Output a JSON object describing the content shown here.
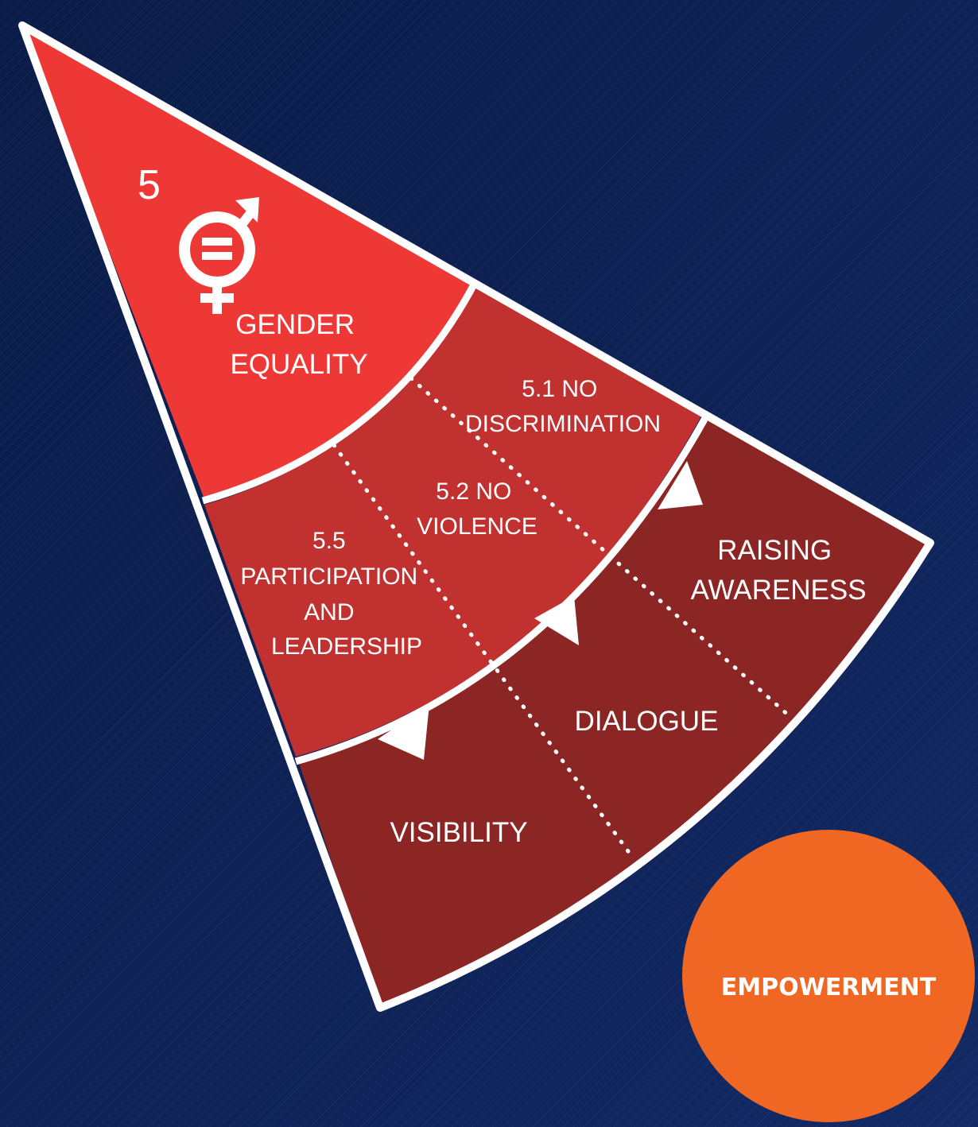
{
  "goal": {
    "number": "5",
    "title_lines": [
      "GENDER",
      "EQUALITY"
    ],
    "icon": "gender-equality-symbol-icon"
  },
  "targets": {
    "t51": [
      "5.1 NO",
      "DISCRIMINATION"
    ],
    "t52": [
      "5.2 NO",
      "VIOLENCE"
    ],
    "t55": [
      "5.5",
      "PARTICIPATION",
      "AND",
      "LEADERSHIP"
    ]
  },
  "actions": {
    "raising_awareness": [
      "RAISING",
      "AWARENESS"
    ],
    "dialogue": "DIALOGUE",
    "visibility": "VISIBILITY"
  },
  "badge": {
    "label": "EMPOWERMENT"
  },
  "colors": {
    "background": "#0d1f4f",
    "goal_red": "#ee3836",
    "target_red": "#c1312f",
    "action_dark_red": "#8c2624",
    "outline": "#ffffff",
    "badge_orange": "#f06623"
  }
}
